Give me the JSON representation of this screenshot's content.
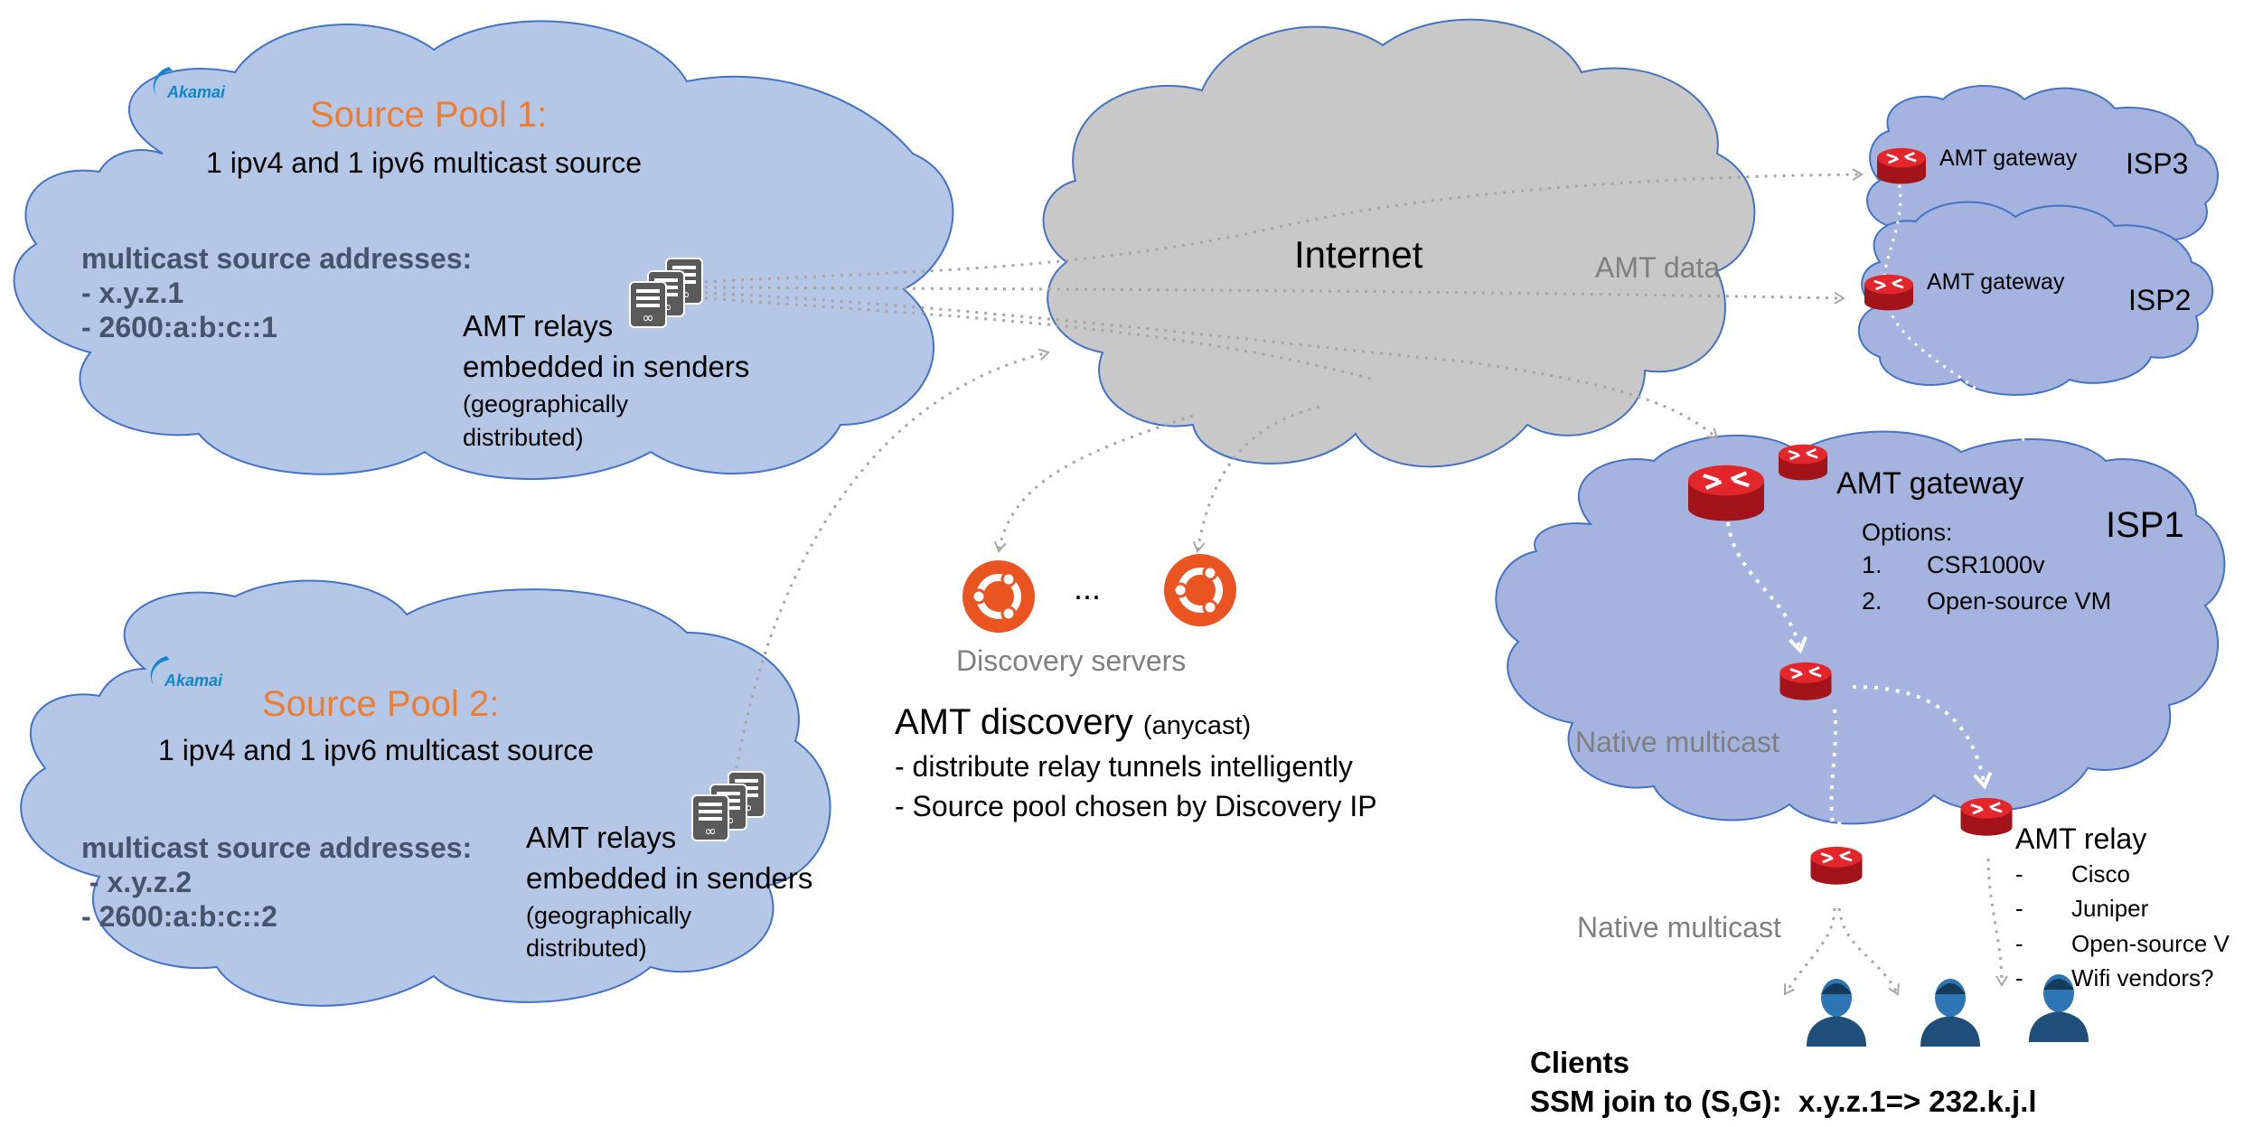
{
  "colors": {
    "cloud_blue": "#b4c7e7",
    "cloud_isp": "#a5b4de",
    "cloud_grey": "#c8c8c8",
    "cloud_stroke": "#4472c4",
    "router_red": "#e3262b",
    "ubuntu_orange": "#e95420",
    "accent_orange": "#ed7d31",
    "source_text": "#44546a",
    "label_grey": "#7f7f7f",
    "arrow_grey": "#a6a6a6",
    "arrow_white": "#ffffff",
    "client_blue": "#1f4e79"
  },
  "icons": [
    "akamai-logo",
    "server-stack-icon",
    "router-icon",
    "ubuntu-logo",
    "user-icon"
  ],
  "source_pool_1": {
    "logo_text": "Akamai",
    "title": "Source Pool 1:",
    "subtitle": "1 ipv4 and 1 ipv6 multicast source",
    "addr_heading": "multicast source addresses:",
    "addr_1": "- x.y.z.1",
    "addr_2": "- 2600:a:b:c::1",
    "relay_line_1": "AMT relays",
    "relay_line_2": "embedded in senders",
    "relay_note_1": "(geographically",
    "relay_note_2": "distributed)"
  },
  "source_pool_2": {
    "logo_text": "Akamai",
    "title": "Source Pool 2:",
    "subtitle": "1 ipv4 and 1 ipv6 multicast source",
    "addr_heading": "multicast source addresses:",
    "addr_1": " - x.y.z.2",
    "addr_2": "- 2600:a:b:c::2",
    "relay_line_1": "AMT relays",
    "relay_line_2": "embedded in senders",
    "relay_note_1": "(geographically",
    "relay_note_2": "distributed)"
  },
  "internet": {
    "title": "Internet",
    "amt_data": "AMT data"
  },
  "discovery": {
    "ellipsis": "...",
    "servers_label": "Discovery servers",
    "heading": "AMT discovery",
    "heading_note": "(anycast)",
    "point_1": "- distribute relay tunnels intelligently",
    "point_2": "- Source pool chosen by Discovery IP"
  },
  "isp3": {
    "name": "ISP3",
    "gateway": "AMT gateway"
  },
  "isp2": {
    "name": "ISP2",
    "gateway": "AMT gateway"
  },
  "isp1": {
    "name": "ISP1",
    "gateway": "AMT gateway",
    "options_heading": "Options:",
    "option_1_num": "1.",
    "option_1": "CSR1000v",
    "option_2_num": "2.",
    "option_2": "Open-source VM",
    "native_inside": "Native multicast"
  },
  "relay": {
    "title": "AMT relay",
    "vendors": [
      {
        "bullet": "-",
        "name": "Cisco"
      },
      {
        "bullet": "-",
        "name": "Juniper"
      },
      {
        "bullet": "-",
        "name": "Open-source V"
      },
      {
        "bullet": "-",
        "name": "Wifi vendors?"
      }
    ]
  },
  "native_outside": "Native multicast",
  "clients": {
    "title": "Clients",
    "join": "SSM join to (S,G):  x.y.z.1=> 232.k.j.l"
  }
}
